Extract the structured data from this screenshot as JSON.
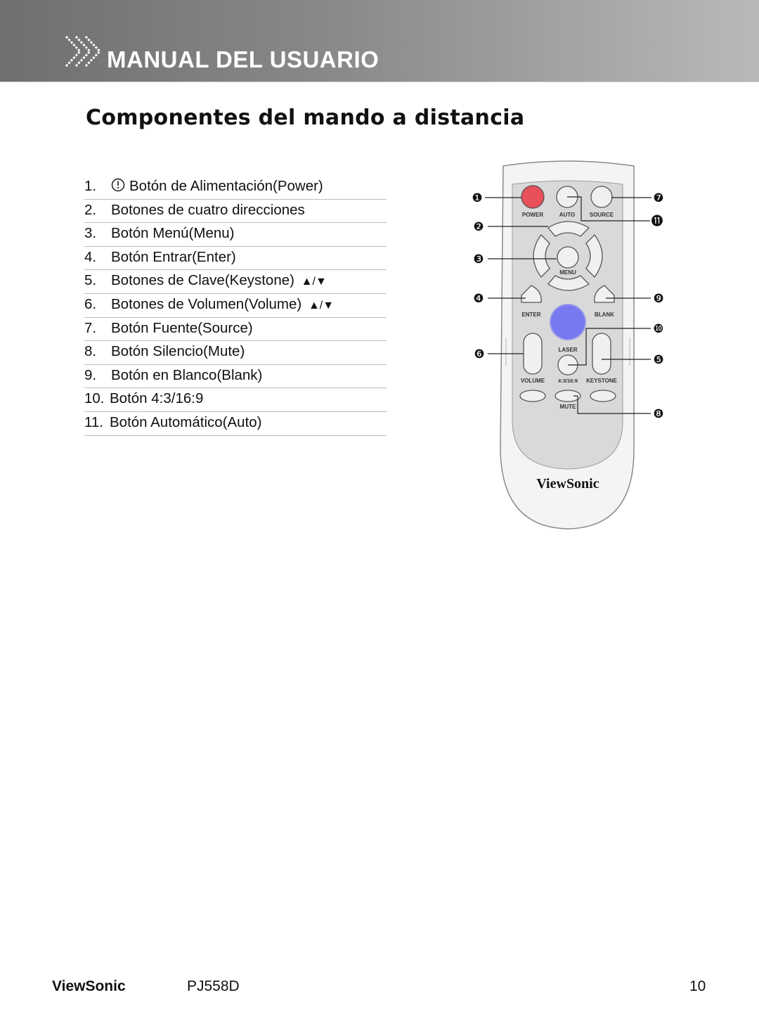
{
  "header": {
    "title": "MANUAL DEL USUARIO"
  },
  "section": {
    "title": "Componentes del mando a distancia"
  },
  "items": [
    {
      "num": "1.",
      "text": "Botón de Alimentación(Power)"
    },
    {
      "num": "2.",
      "text": "Botones de cuatro direcciones"
    },
    {
      "num": "3.",
      "text": "Botón Menú(Menu)"
    },
    {
      "num": "4.",
      "text": "Botón Entrar(Enter)"
    },
    {
      "num": "5.",
      "text": "Botones de Clave(Keystone)"
    },
    {
      "num": "6.",
      "text": "Botones de Volumen(Volume)"
    },
    {
      "num": "7.",
      "text": "Botón Fuente(Source)"
    },
    {
      "num": "8.",
      "text": "Botón Silencio(Mute)"
    },
    {
      "num": "9.",
      "text": "Botón en Blanco(Blank)"
    },
    {
      "num": "10.",
      "text": "Botón 4:3/16:9"
    },
    {
      "num": "11.",
      "text": "Botón Automático(Auto)"
    }
  ],
  "arrows": "▲/▼",
  "remote": {
    "labels": {
      "power": "POWER",
      "auto": "AUTO",
      "source": "SOURCE",
      "menu": "MENU",
      "enter": "ENTER",
      "blank": "BLANK",
      "laser": "LASER",
      "volume": "VOLUME",
      "aspect": "4:3/16:9",
      "keystone": "KEYSTONE",
      "mute": "MUTE"
    },
    "brand": "ViewSonic",
    "callouts": [
      "❶",
      "❷",
      "❸",
      "❹",
      "❺",
      "❻",
      "❼",
      "❽",
      "❾",
      "❿",
      "⓫"
    ]
  },
  "footer": {
    "brand": "ViewSonic",
    "model": "PJ558D",
    "page": "10"
  },
  "colors": {
    "power_button": "#e8505a",
    "laser_button": "#7878f0",
    "header_gradient_start": "#6f6f6f"
  }
}
